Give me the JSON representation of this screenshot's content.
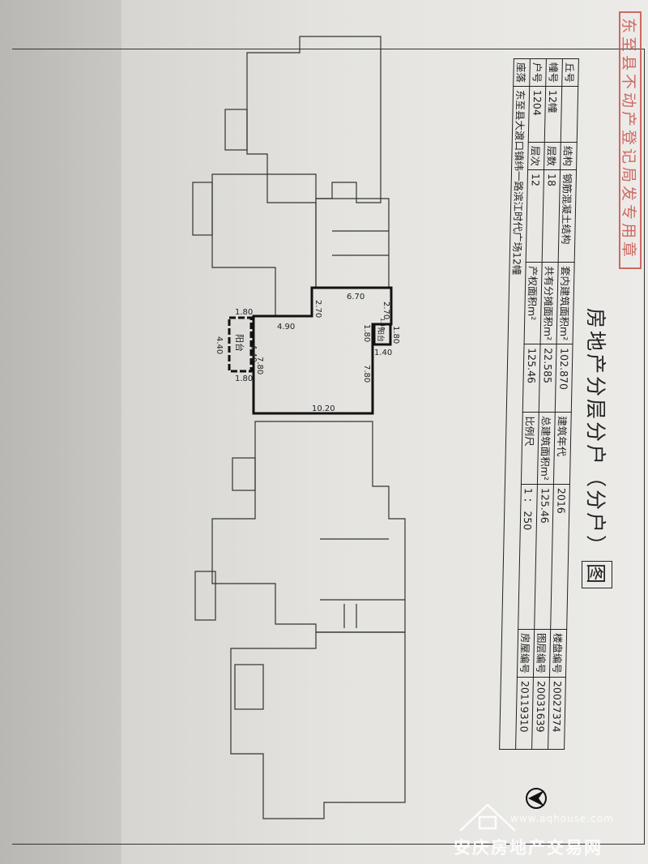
{
  "stamp": {
    "text": "东至县不动产登记局发专用章"
  },
  "title": {
    "main": "房地产分层分户（分户）",
    "boxed": "图"
  },
  "info": {
    "qiu_label": "丘号",
    "qiu_value": "",
    "structure_label": "结构",
    "structure_value": "钢筋混凝土结构",
    "inner_area_label": "套内建筑面积m²",
    "inner_area_value": "102.870",
    "year_label": "建筑年代",
    "year_value": "2016",
    "project_no_label": "楼盘编号",
    "project_no_value": "20027374",
    "building_label": "幢号",
    "building_value": "12幢",
    "floors_label": "层数",
    "floors_value": "18",
    "shared_area_label": "共有分摊面积m²",
    "shared_area_value": "22.585",
    "total_area_label": "总建筑面积m²",
    "total_area_value": "125.46",
    "layer_no_label": "图层编号",
    "layer_no_value": "20031639",
    "unit_label": "户号",
    "unit_value": "1204",
    "floor_label": "层次",
    "floor_value": "12",
    "property_area_label": "产权面积m²",
    "property_area_value": "125.46",
    "scale_label": "比例尺",
    "scale_value": "1 ： 250",
    "house_no_label": "房屋编号",
    "house_no_value": "20119310",
    "location_label": "座落",
    "location_value": "东至县大渡口镇纬一路滨江时代广场12幢"
  },
  "plan": {
    "dims": {
      "bottom": "10.20",
      "left_wall": "7.80",
      "right_wall": "7.80",
      "top_left": "4.90",
      "step": "2.70",
      "top": "6.70",
      "step_right": "2.70",
      "balcony_left_top": "1.80",
      "balcony_left_bottom": "1.80",
      "balcony_left_outer": "4.40",
      "balcony_left_inner": "4.40",
      "balcony_right_w": "1.80",
      "balcony_right_outer": "1.80",
      "balcony_right_bottom": "1.40",
      "balcony_right_top": "1.40"
    },
    "balcony_label": "阳台"
  },
  "watermark": {
    "url": "www.aqhouse.com",
    "name": "安庆房地产交易网"
  }
}
